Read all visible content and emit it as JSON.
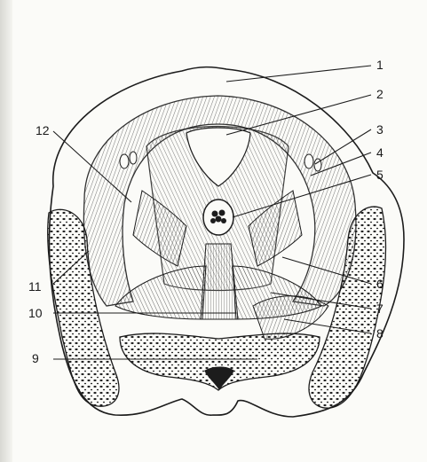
{
  "labels": [
    "1",
    "2",
    "3",
    "4",
    "5",
    "6",
    "7",
    "8",
    "9",
    "10",
    "11",
    "12"
  ],
  "colors": {
    "ink": "#1c1c1c",
    "paper": "#fbfbf8",
    "shade": "#555555"
  }
}
